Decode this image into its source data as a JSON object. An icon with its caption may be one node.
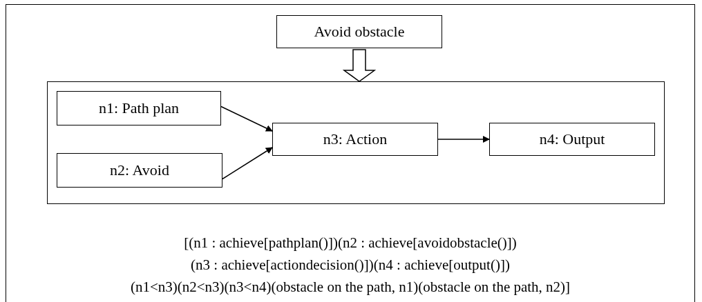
{
  "diagram": {
    "nodes": [
      {
        "text": [
          "Avoid obstacle"
        ]
      },
      {
        "text": [],
        "shape": "box"
      },
      {
        "text": [
          "n1: Path plan"
        ],
        "in": 1
      },
      {
        "text": [
          "n2: Avoid"
        ],
        "in": 1
      },
      {
        "text": [
          "n3: Action"
        ],
        "in": 1
      },
      {
        "text": [
          "n4: Output"
        ],
        "in": 1
      }
    ],
    "edges": [
      {
        "from": 0,
        "to": 1,
        "arrow": "to",
        "style": "thick"
      },
      {
        "from": 2,
        "to": 4,
        "arrow": "to"
      },
      {
        "from": 3,
        "to": 4,
        "arrow": "to"
      },
      {
        "from": 4,
        "to": 5,
        "arrow": "to"
      }
    ],
    "labels": [
      "[(n1 : achieve[pathplan()])(n2 : achieve[avoidobstacle()])",
      "(n3 : achieve[actiondecision()])(n4 : achieve[output()])",
      "(n1<n3)(n2<n3)(n3<n4)(obstacle on the path, n1)(obstacle on the path, n2)]"
    ]
  }
}
